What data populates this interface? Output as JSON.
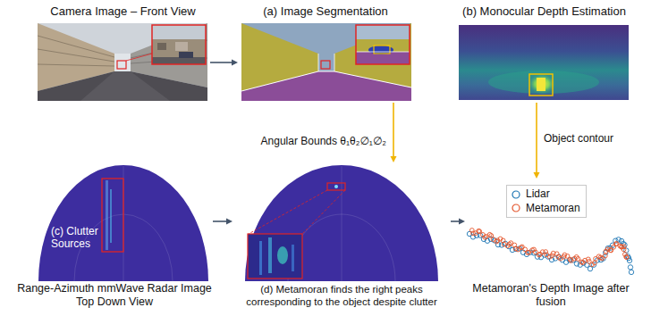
{
  "diagram": {
    "nodes": [
      {
        "text": [
          "Camera Image – Front View"
        ]
      },
      {
        "text": [
          "(a) Image Segmentation"
        ]
      },
      {
        "text": [
          "(b) Monocular Depth Estimation"
        ]
      },
      {
        "text": [
          "(c) Clutter Sources",
          "Range-Azimuth mmWave Radar Image Top Down View"
        ]
      },
      {
        "text": [
          "(d) Metamoran finds the right peaks corresponding to the object despite clutter"
        ]
      },
      {
        "text": [
          "Metamoran's Depth Image after fusion"
        ]
      }
    ],
    "edges": [
      {
        "from": 0,
        "to": 1,
        "arrow": "to"
      },
      {
        "from": 1,
        "to": 4,
        "arrow": "to",
        "label": "Angular Bounds θ₁θ₂∅₁∅₂"
      },
      {
        "from": 2,
        "to": 5,
        "arrow": "to",
        "label": "Object contour"
      },
      {
        "from": 3,
        "to": 4,
        "arrow": "to"
      },
      {
        "from": 4,
        "to": 5,
        "arrow": "to"
      }
    ],
    "legend": [
      {
        "text": "Lidar"
      },
      {
        "text": "Metamoran"
      }
    ]
  }
}
